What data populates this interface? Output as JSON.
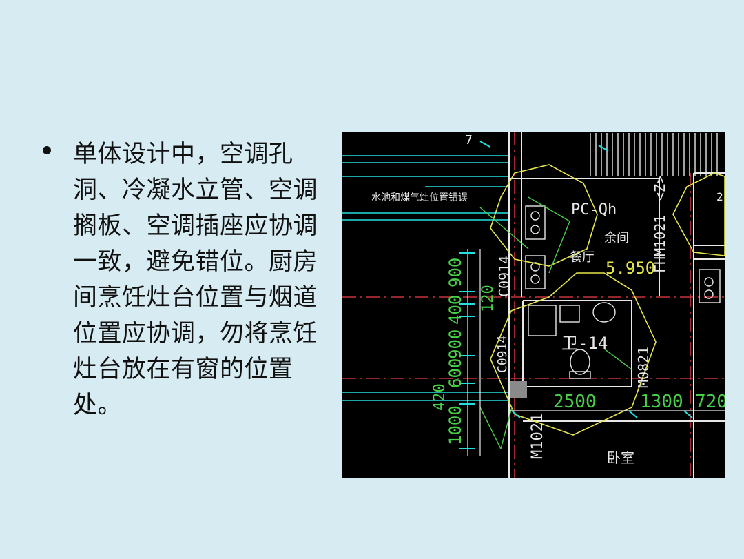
{
  "bullet": {
    "text": "单体设计中，空调孔洞、冷凝水立管、空调搁板、空调插座应协调一致，避免错位。厨房间烹饪灶台位置与烟道位置应协调，勿将烹饪灶台放在有窗的位置处。"
  },
  "drawing": {
    "note": "水池和煤气灶位置错误",
    "pc_label": "PC-Qh",
    "room_yuxian": "余间",
    "room_canting": "餐厅",
    "elevation": "5.950",
    "door_fhm": "FHM1021",
    "axis_z": "<Z>",
    "axis_small": "2",
    "win_c0914": "C0914",
    "win_c0914_b": "C0914",
    "room_wei": "卫-14",
    "door_m0821": "M0821",
    "dim_2500": "2500",
    "dim_1300": "1300",
    "dim_720": "720",
    "dim_900_top": "900",
    "dim_400": "400",
    "dim_120": "120",
    "dim_600": "600",
    "dim_900_mid": "900",
    "dim_420": "420",
    "dim_1000": "1000",
    "door_m1021": "M1021",
    "room_woshi": "卧室",
    "dim_7": "7"
  },
  "colors": {
    "background": "#d7ecf2",
    "cad_bg": "#000000",
    "cad_yellow": "#e6e64a",
    "cad_green": "#49d049",
    "cad_cyan": "#22e0e0",
    "cad_red": "#c8323c",
    "cad_white": "#e8e8e8"
  }
}
